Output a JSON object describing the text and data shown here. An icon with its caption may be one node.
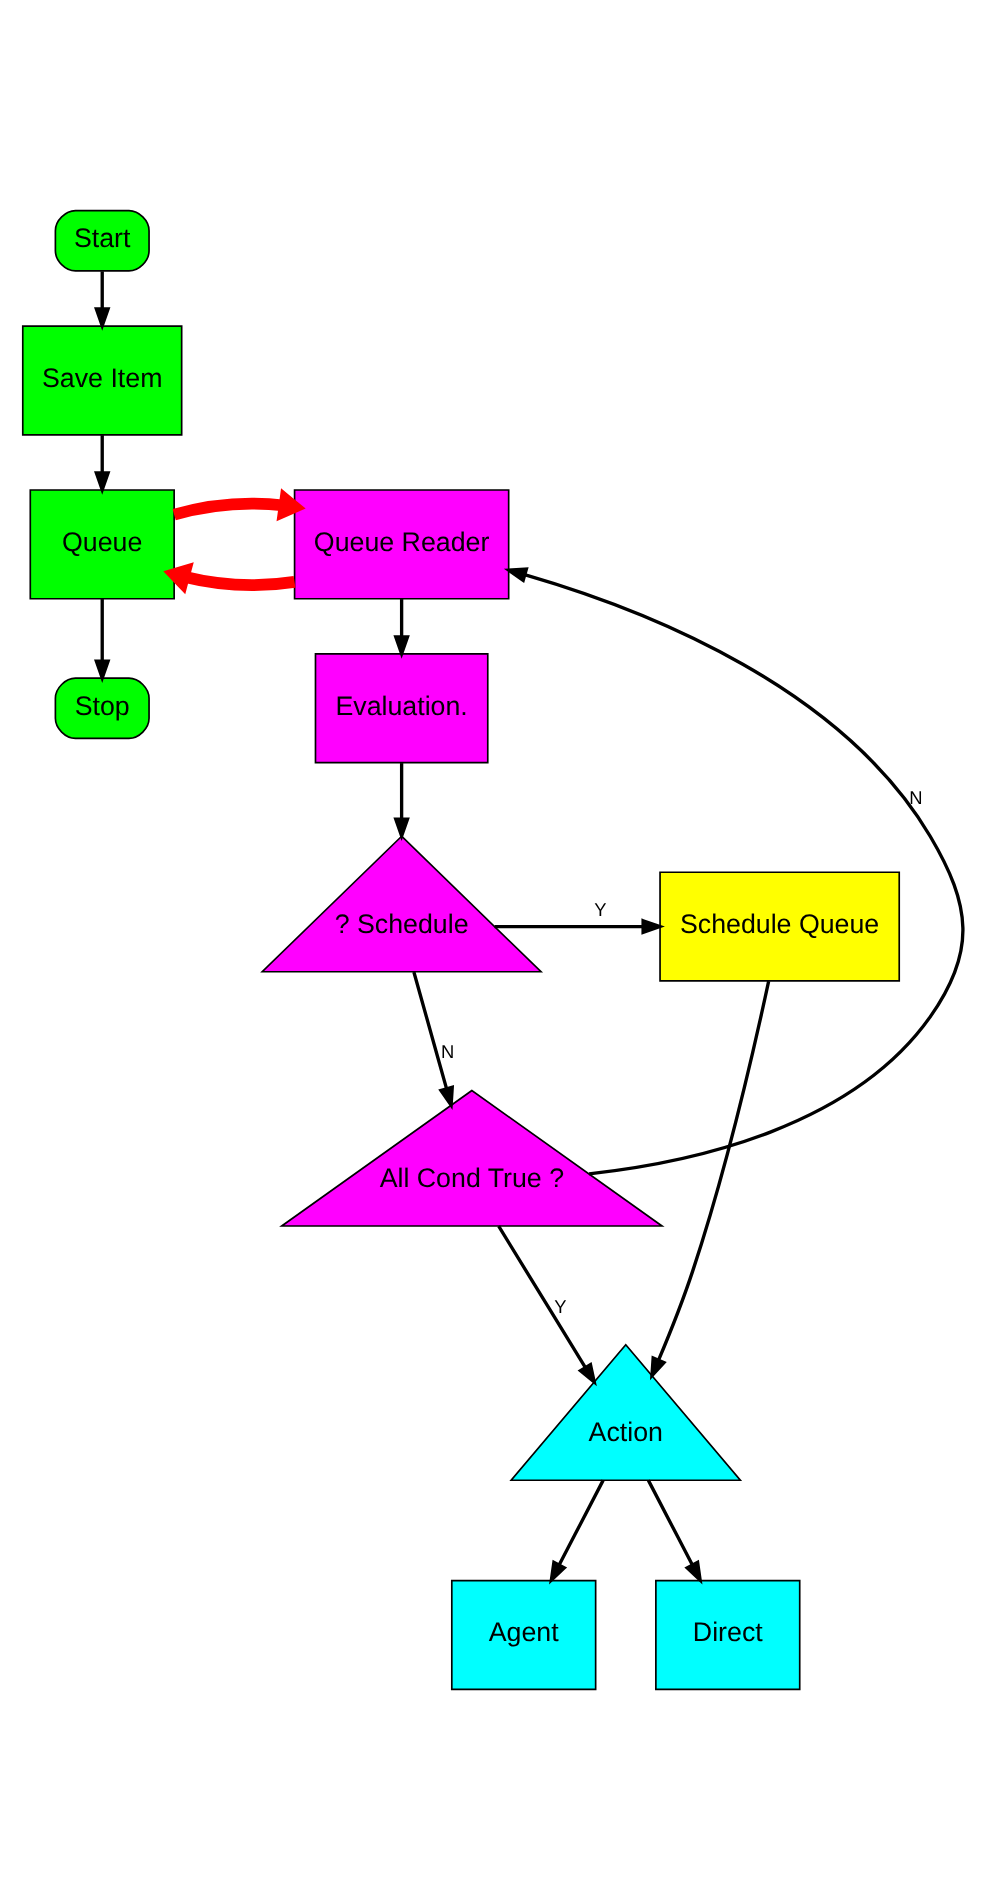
{
  "diagram": {
    "nodes": [
      {
        "text": [
          "Start"
        ]
      },
      {
        "text": [
          "Save Item"
        ]
      },
      {
        "text": [
          "Queue Reader"
        ]
      },
      {
        "text": [
          "Queue"
        ]
      },
      {
        "text": [
          "Stop"
        ]
      },
      {
        "text": [
          "Evaluation."
        ]
      },
      {
        "text": [
          "? Schedule"
        ]
      },
      {
        "text": [
          "Schedule Queue"
        ]
      },
      {
        "text": [
          "All Cond True ?"
        ]
      },
      {
        "text": [
          "Action"
        ]
      },
      {
        "text": [
          "Agent"
        ]
      },
      {
        "text": [
          "Direct"
        ]
      }
    ],
    "edges": [
      {
        "from": 0,
        "to": 1,
        "arrow": "to"
      },
      {
        "from": 1,
        "to": 3,
        "arrow": "to"
      },
      {
        "from": 2,
        "to": 3,
        "arrow": "to",
        "style": "thick",
        "color": "#ff0000"
      },
      {
        "from": 3,
        "to": 2,
        "arrow": "to",
        "style": "thick",
        "color": "#ff0000"
      },
      {
        "from": 3,
        "to": 4,
        "arrow": "to"
      },
      {
        "from": 2,
        "to": 5,
        "arrow": "to"
      },
      {
        "from": 5,
        "to": 6,
        "arrow": "to"
      },
      {
        "from": 6,
        "to": 7,
        "arrow": "to",
        "label": "Y"
      },
      {
        "from": 6,
        "to": 8,
        "arrow": "to",
        "label": "N"
      },
      {
        "from": 8,
        "to": 2,
        "arrow": "to",
        "label": "N"
      },
      {
        "from": 8,
        "to": 9,
        "arrow": "to",
        "label": "Y"
      },
      {
        "from": 7,
        "to": 9,
        "arrow": "to"
      },
      {
        "from": 9,
        "to": 10,
        "arrow": "to"
      },
      {
        "from": 9,
        "to": 11,
        "arrow": "to"
      }
    ]
  }
}
